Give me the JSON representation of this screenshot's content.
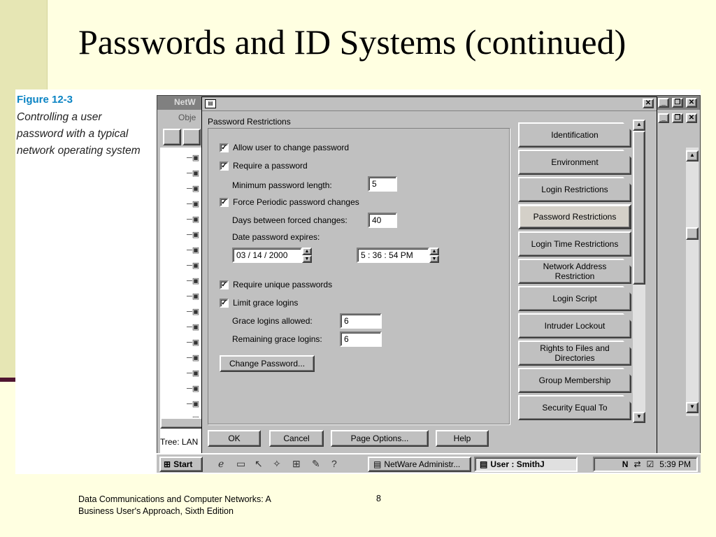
{
  "slide": {
    "title": "Passwords and ID Systems (continued)",
    "figure_label": "Figure 12-3",
    "figure_caption": "Controlling a user password with a typical network operating system",
    "footer_text": "Data Communications and Computer Networks: A Business User's Approach, Sixth Edition",
    "page_number": "8"
  },
  "background_window": {
    "title": "NetW",
    "menu_label": "Obje",
    "status_text": "Tree: LAN"
  },
  "dialog": {
    "title_icon": "user",
    "heading": "Password Restrictions",
    "allow_change": {
      "label": "Allow user to change password",
      "checked": "✓"
    },
    "require_password": {
      "label": "Require a password",
      "checked": "✓"
    },
    "min_length": {
      "label": "Minimum password length:",
      "value": "5"
    },
    "force_periodic": {
      "label": "Force Periodic password changes",
      "checked": "✓"
    },
    "days_between": {
      "label": "Days between forced changes:",
      "value": "40"
    },
    "date_expires": {
      "label": "Date password expires:",
      "date": "03 / 14 / 2000",
      "time": "5 : 36 : 54 PM"
    },
    "require_unique": {
      "label": "Require unique passwords",
      "checked": "✓"
    },
    "limit_grace": {
      "label": "Limit grace logins",
      "checked": "✓"
    },
    "grace_allowed": {
      "label": "Grace logins allowed:",
      "value": "6"
    },
    "grace_remaining": {
      "label": "Remaining grace logins:",
      "value": "6"
    },
    "change_password_button": "Change Password...",
    "buttons": {
      "ok": "OK",
      "cancel": "Cancel",
      "page_options": "Page Options...",
      "help": "Help"
    },
    "tabs": [
      {
        "label": "Identification",
        "active": false
      },
      {
        "label": "Environment",
        "active": false
      },
      {
        "label": "Login Restrictions",
        "active": false
      },
      {
        "label": "Password Restrictions",
        "active": true
      },
      {
        "label": "Login Time Restrictions",
        "active": false
      },
      {
        "label": "Network Address Restriction",
        "active": false
      },
      {
        "label": "Login Script",
        "active": false
      },
      {
        "label": "Intruder Lockout",
        "active": false
      },
      {
        "label": "Rights to Files and Directories",
        "active": false
      },
      {
        "label": "Group Membership",
        "active": false
      },
      {
        "label": "Security Equal To",
        "active": false
      }
    ]
  },
  "taskbar": {
    "start_label": "Start",
    "tasks": [
      "NetWare Administr...",
      "User : SmithJ"
    ],
    "clock": "5:39 PM"
  }
}
